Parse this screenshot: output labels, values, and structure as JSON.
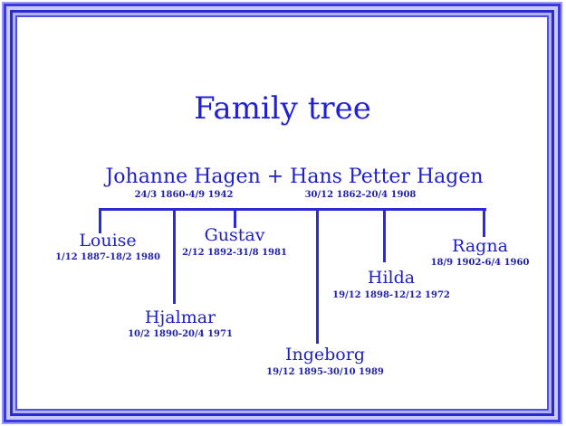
{
  "title": "Family tree",
  "parents": {
    "names": "Johanne Hagen + Hans Petter Hagen",
    "mother_dates": "24/3 1860-4/9 1942",
    "father_dates": "30/12 1862-20/4 1908"
  },
  "children": [
    {
      "name": "Louise",
      "dates": "1/12 1887-18/2 1980"
    },
    {
      "name": "Hjalmar",
      "dates": "10/2 1890-20/4 1971"
    },
    {
      "name": "Gustav",
      "dates": "2/12 1892-31/8 1981"
    },
    {
      "name": "Ingeborg",
      "dates": "19/12 1895-30/10 1989"
    },
    {
      "name": "Hilda",
      "dates": "19/12 1898-12/12 1972"
    },
    {
      "name": "Ragna",
      "dates": "18/9 1902-6/4 1960"
    }
  ]
}
